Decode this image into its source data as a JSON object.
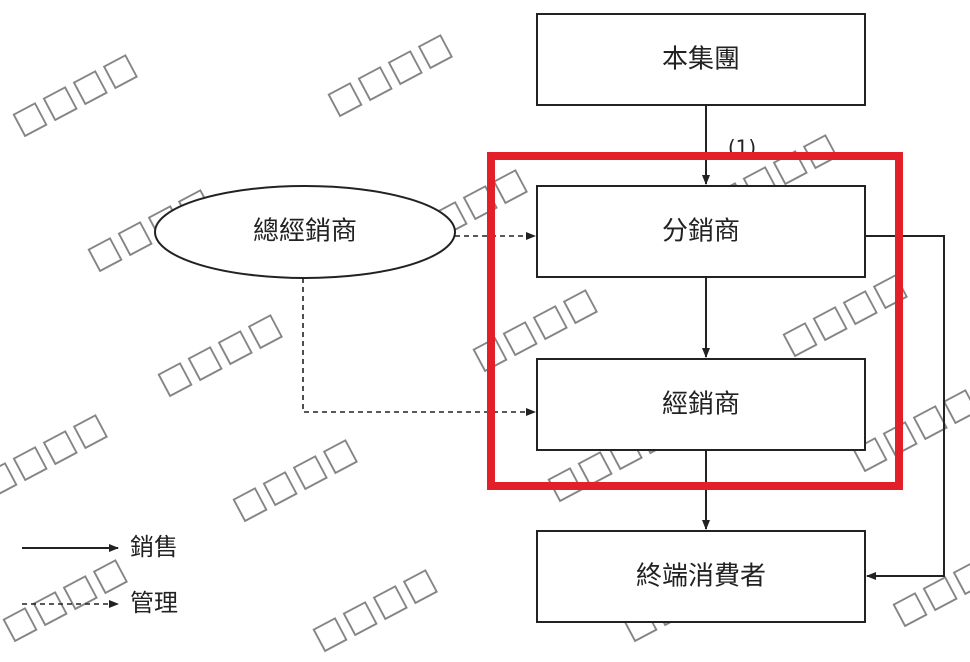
{
  "diagram": {
    "nodes": {
      "group": "本集團",
      "general_distributor": "總經銷商",
      "sub_distributor": "分銷商",
      "distributor": "經銷商",
      "end_consumer": "終端消費者"
    },
    "edge_label_group_to_sub": "(1)",
    "legend": {
      "sales_label": "銷售",
      "management_label": "管理"
    },
    "highlight_color": "#e3202a",
    "line_color": "#222222",
    "watermark_text": "□□□□"
  }
}
